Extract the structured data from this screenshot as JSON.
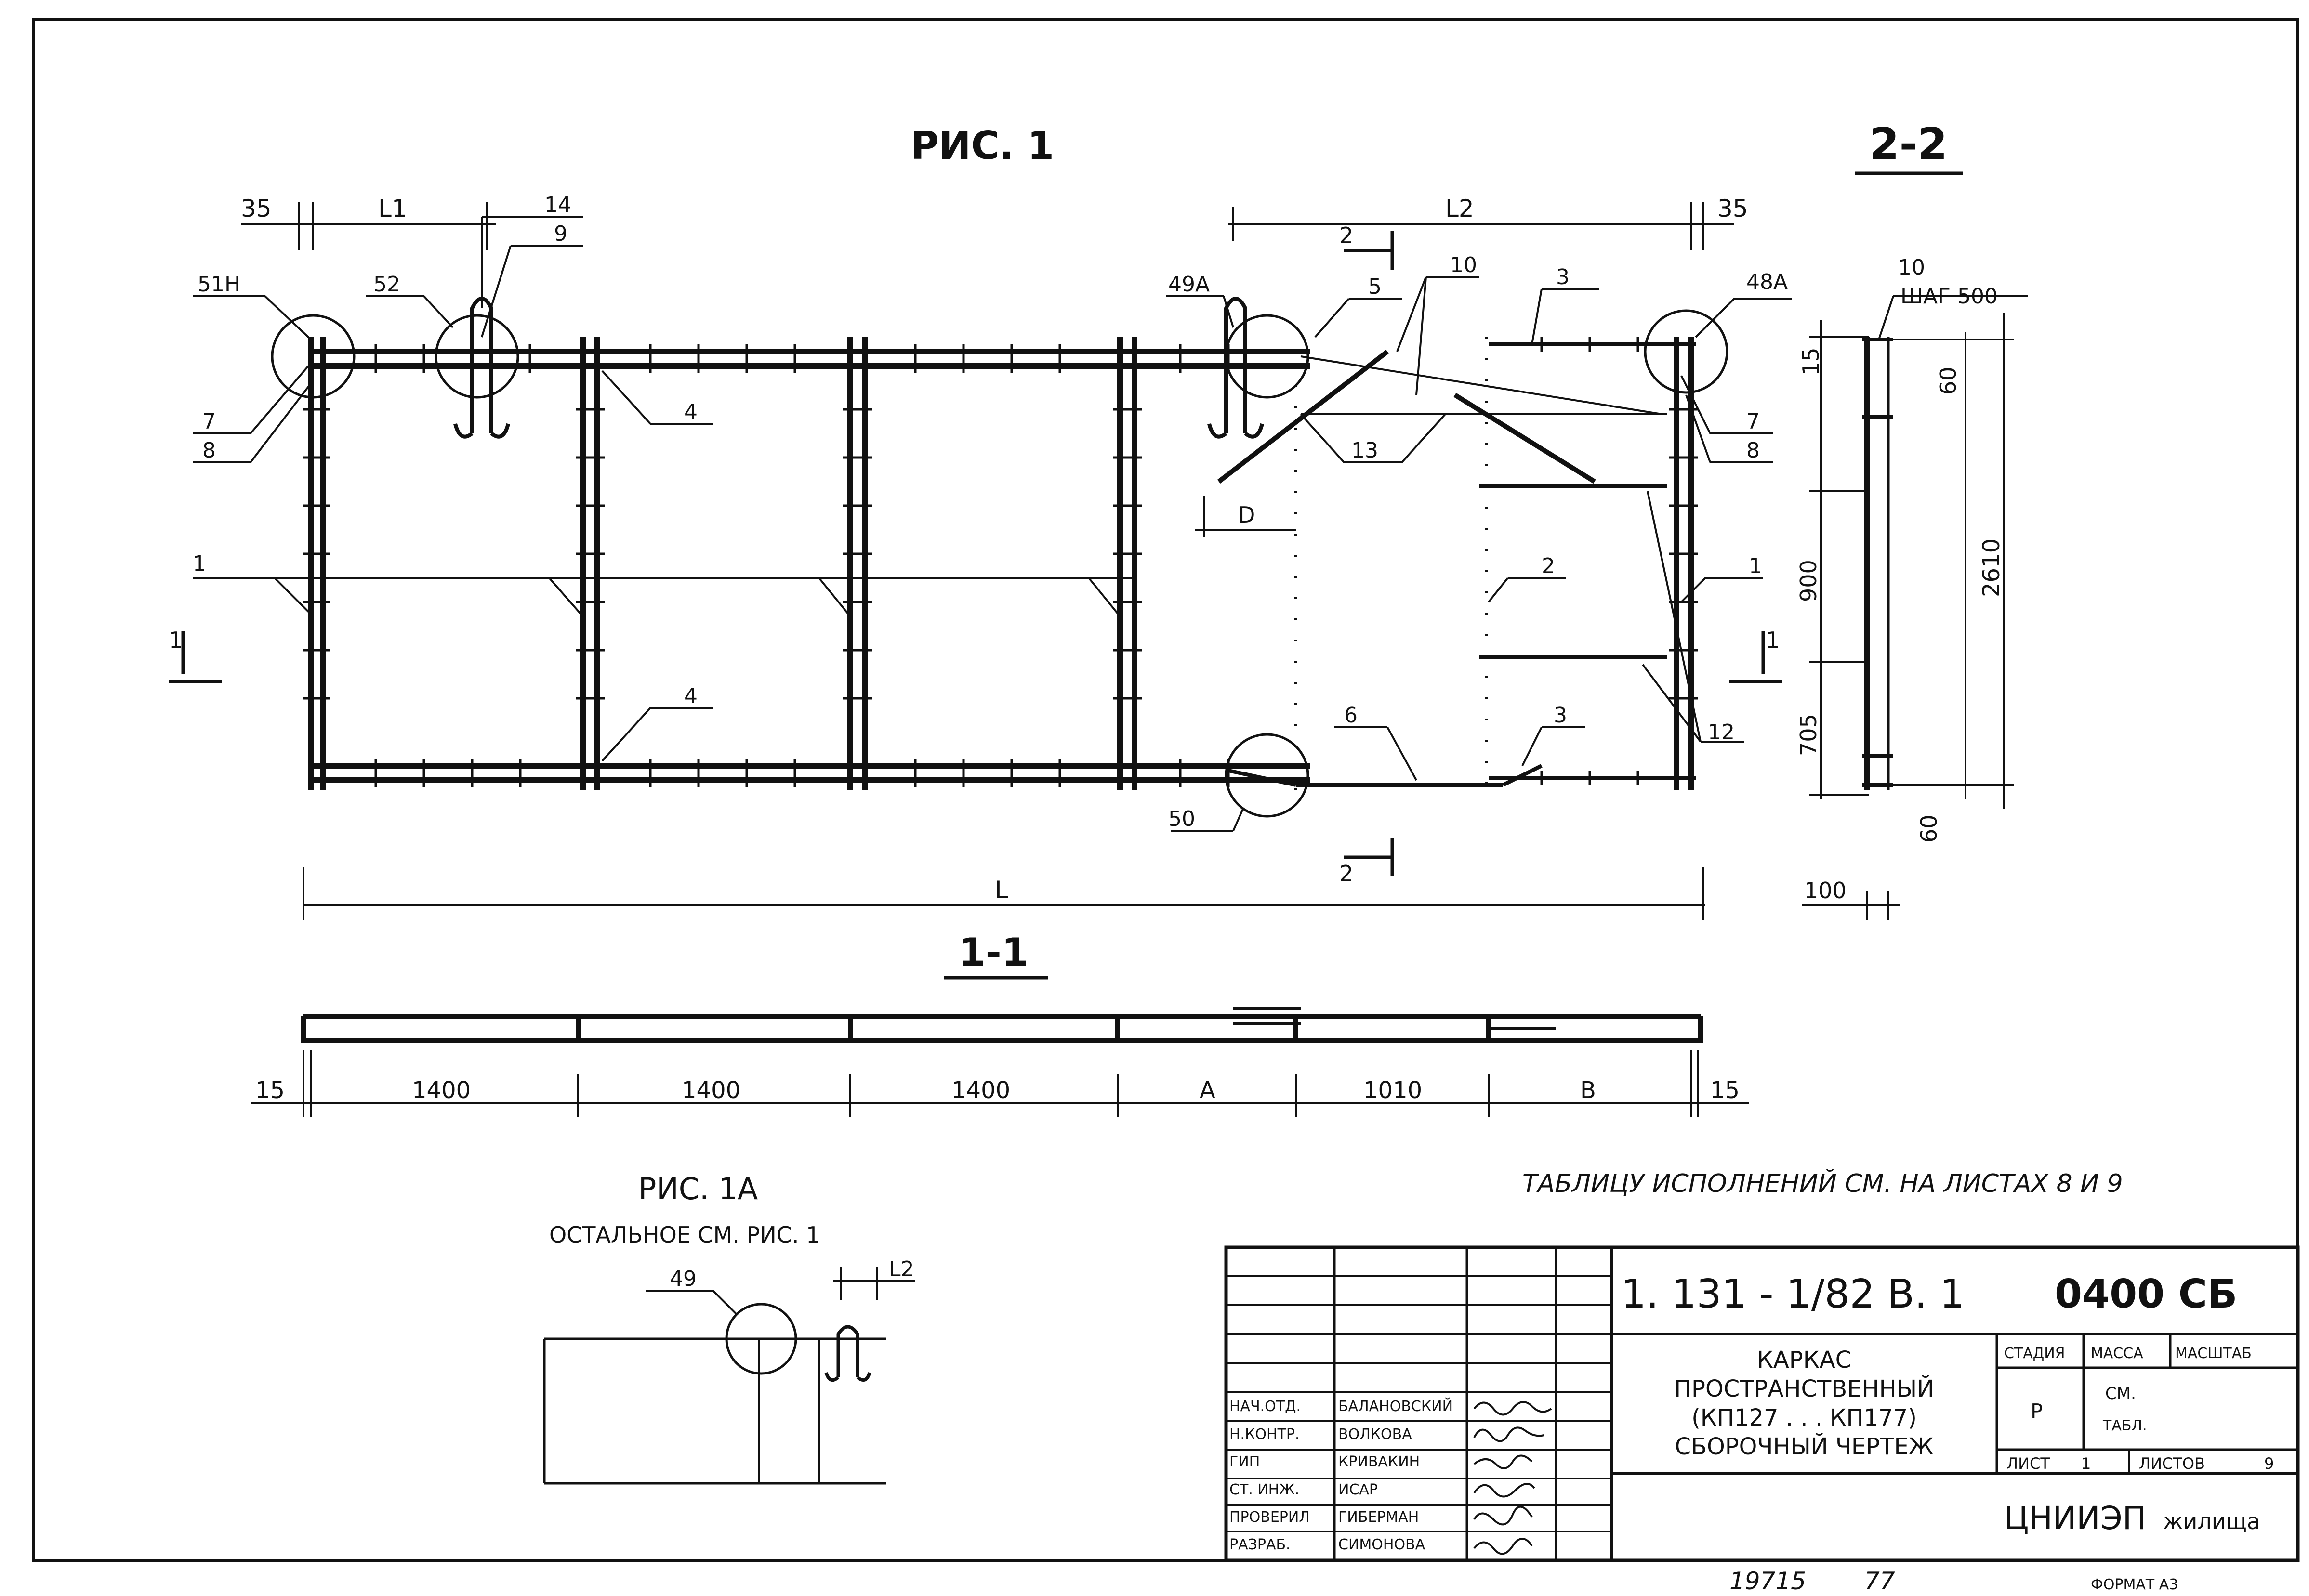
{
  "figure_titles": {
    "ris1": "РИС. 1",
    "sec22": "2-2",
    "sec11": "1-1",
    "ris1a": "РИС. 1А",
    "ris1a_note": "ОСТАЛЬНОЕ СМ. РИС. 1"
  },
  "note": "ТАБЛИЦУ ИСПОЛНЕНИЙ СМ. НА ЛИСТАХ 8 И 9",
  "dimensions": {
    "top_left": [
      "35",
      "L1"
    ],
    "top_right": [
      "L2",
      "35"
    ],
    "total": "L",
    "d": "D",
    "section11": [
      "15",
      "1400",
      "1400",
      "1400",
      "А",
      "1010",
      "В",
      "15"
    ],
    "section22": [
      "15",
      "60",
      "900",
      "705",
      "60",
      "2610",
      "100"
    ],
    "ris1a": "L2"
  },
  "section_marks": {
    "m1": "1",
    "m1b": "1",
    "m2": "2",
    "m2b": "2"
  },
  "labels": {
    "n51H": "51Н",
    "n52": "52",
    "n14": "14",
    "n9": "9",
    "n49A": "49А",
    "n5": "5",
    "n10": "10",
    "n3a": "3",
    "n48A": "48А",
    "n7a": "7",
    "n8a": "8",
    "n4a": "4",
    "n13": "13",
    "n7b": "7",
    "n8b": "8",
    "n1a": "1",
    "n2": "2",
    "n1b": "1",
    "n4b": "4",
    "n6": "6",
    "n3b": "3",
    "n12": "12",
    "n50": "50",
    "n10b": "10",
    "step": "ШАГ 500",
    "n49": "49"
  },
  "title_block": {
    "doc_code": "1. 131 - 1/82 В. 1",
    "sheet_code": "0400 СБ",
    "title_lines": [
      "КАРКАС",
      "ПРОСТРАНСТВЕННЫЙ",
      "(КП127 . . . КП177)",
      "СБОРОЧНЫЙ ЧЕРТЕЖ"
    ],
    "stage_label": "СТАДИЯ",
    "mass_label": "МАССА",
    "scale_label": "МАСШТАБ",
    "stage_value": "Р",
    "mass_value": [
      "СМ.",
      "ТАБЛ."
    ],
    "sheet_label": "ЛИСТ",
    "sheet_num": "1",
    "sheets_label": "ЛИСТОВ",
    "sheets_count": "9",
    "org": "ЦНИИЭП",
    "org_suffix": "жилища",
    "roles": [
      {
        "role": "НАЧ.ОТД.",
        "name": "БАЛАНОВСКИЙ"
      },
      {
        "role": "Н.КОНТР.",
        "name": "ВОЛКОВА"
      },
      {
        "role": "ГИП",
        "name": "КРИВАКИН"
      },
      {
        "role": "СТ. ИНЖ.",
        "name": "ИСАР"
      },
      {
        "role": "ПРОВЕРИЛ",
        "name": "ГИБЕРМАН"
      },
      {
        "role": "РАЗРАБ.",
        "name": "СИМОНОВА"
      }
    ]
  },
  "footer": {
    "inv": "19715",
    "num": "77",
    "format": "ФОРМАТ А3"
  }
}
